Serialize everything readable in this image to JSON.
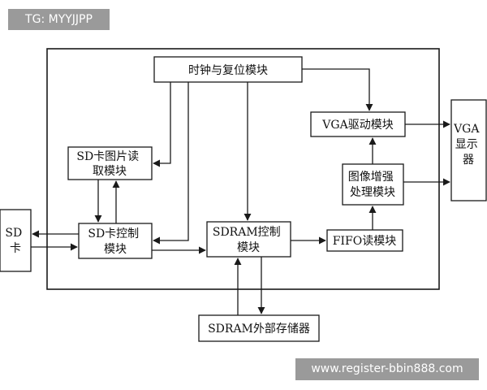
{
  "watermark": {
    "top_left": "TG: MYYJJPP",
    "bottom_right": "www.register-bbin888.com"
  },
  "blocks": {
    "clock_reset": [
      "时钟与复位模块"
    ],
    "vga_driver": [
      "VGA驱动模块"
    ],
    "vga_display": [
      "VGA",
      "显示",
      "器"
    ],
    "sd_image_read": [
      "SD卡图片读",
      "取模块"
    ],
    "image_enhance": [
      "图像增强",
      "处理模块"
    ],
    "sd_card": [
      "SD",
      "卡"
    ],
    "sd_controller": [
      "SD卡控制",
      "模块"
    ],
    "sdram_controller": [
      "SDRAM控制",
      "模块"
    ],
    "fifo_read": [
      "FIFO读模块"
    ],
    "sdram_external": [
      "SDRAM外部存储器"
    ]
  },
  "colors": {
    "line": "#1a1a1a",
    "badge": "#9a9a9a"
  }
}
